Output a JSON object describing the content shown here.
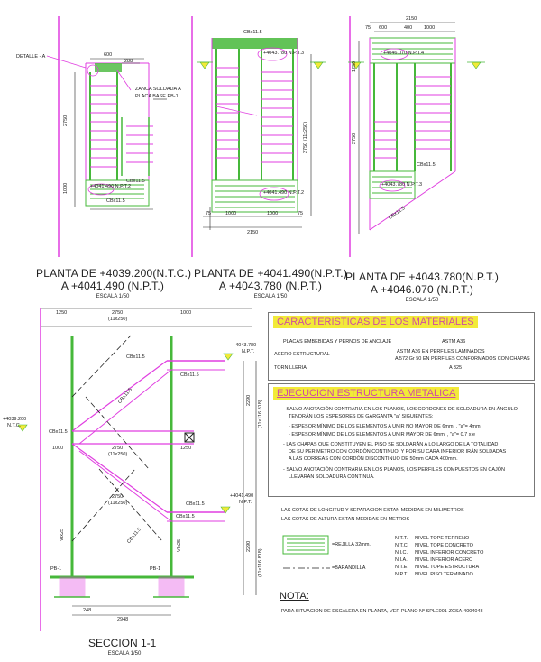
{
  "plans": [
    {
      "title_line1": "PLANTA DE +4039.200(N.T.C.)",
      "title_line2": "A +4041.490 (N.P.T.)",
      "scale": "ESCALA 1/50",
      "labels": {
        "detalle": "DETALLE - A",
        "zanca": "ZANCA SOLDADA A",
        "placa": "PLACA BASE PB-1",
        "dim_top": "600",
        "dim_top2": "288",
        "dim_left": "2750",
        "dim_left2": "1000",
        "cb1": "CBx11.5",
        "cb2": "CBx11.5",
        "level": "+4041.490 N.P.T.2"
      }
    },
    {
      "title_line1": "PLANTA DE +4041.490(N.P.T.)",
      "title_line2": "A +4043.780 (N.P.T.)",
      "scale": "ESCALA 1/50",
      "labels": {
        "cb_top": "CBx11.5",
        "level_a": "+4043.780 N.P.T.3",
        "level_b": "+4041.490 N.P.T.2",
        "dim_right": "2750 (11x250)",
        "dim_bottom": "2150",
        "d75a": "75",
        "d1000a": "1000",
        "d1000b": "1000",
        "d75b": "75"
      }
    },
    {
      "title_line1": "PLANTA DE +4043.780(N.P.T.)",
      "title_line2": "A +4046.070 (N.P.T.)",
      "scale": "ESCALA 1/50",
      "labels": {
        "dim_top": "2150",
        "d75": "75",
        "d600": "600",
        "d400": "400",
        "d1000": "1000",
        "level_a": "+4046.070 N.P.T.4",
        "level_b": "+4043.780 N.P.T.3",
        "cb1": "CBx11.5",
        "cb2": "CBx11.5",
        "dim_left": "2750",
        "dim_left2": "1250"
      }
    }
  ],
  "section": {
    "title": "SECCION 1-1",
    "scale": "ESCALA 1/50",
    "labels": {
      "d1250": "1250",
      "d2750": "2750",
      "d11x250": "(11x250)",
      "d1000": "1000",
      "lvl_top": "+4043.780",
      "lvl_top_npt": "N.P.T.",
      "lvl_mid": "+4041.490",
      "lvl_mid_npt": "N.P.T.",
      "lvl_left": "+4039.200",
      "lvl_left_ntc": "N.T.C.",
      "cb_a": "CBx11.5",
      "cb_b": "CBx11.5",
      "cb_c": "CBx11.5",
      "cb_d": "CBx11.5",
      "cb_e": "CBx11.5",
      "cb_f": "CBx11.5",
      "cb_g": "CBx11.5",
      "wl_a": "VIx25",
      "wl_b": "VIx25",
      "pb_a": "PB-1",
      "pb_b": "PB-1",
      "d1000b": "1000",
      "d2750b": "2750",
      "d11x250b": "(11x250)",
      "d1250b": "1250",
      "d2750c": "2750",
      "d11x250c": "(11x250)",
      "vdim_a": "2290",
      "vdim_a2": "(11x116.818)",
      "vdim_b": "2290",
      "vdim_b2": "(11x116.818)",
      "d248": "248",
      "d2948": "2948"
    }
  },
  "materials": {
    "title": "CARACTERISTICAS DE LOS MATERIALES",
    "rows": [
      {
        "label": "PLACAS EMBEBIDAS Y PERNOS DE ANCLAJE",
        "value": "ASTM A36"
      },
      {
        "label": "ACERO ESTRUCTURAL",
        "value": "ASTM A36 EN PERFILES LAMINADOS"
      },
      {
        "label": "",
        "value": "A 572 Gr 50 EN PERFILES CONFORMADOS CON CHAPAS"
      },
      {
        "label": "TORNILLERIA",
        "value": "A 325"
      }
    ]
  },
  "execution": {
    "title": "EJECUCION ESTRUCTURA METALICA",
    "lines": [
      "- SALVO ANOTACIÓN CONTRARIA EN LOS PLANOS, LOS CORDONES DE SOLDADURA EN ÁNGULO",
      "TENDRÁN LOS ESPESORES DE GARGANTA \"a\" SIGUIENTES:",
      "- ESPESOR MÍNIMO DE LOS ELEMENTOS A UNIR NO MAYOR DE 6mm. , \"a\"= 4mm.",
      "- ESPESOR MÍNIMO DE LOS ELEMENTOS A UNIR MAYOR DE 6mm. , \"a\"= 0.7 x e",
      "- LAS CHAPAS QUE CONSTITUYEN EL PISO SE SOLDARÁN A LO LARGO DE LA TOTALIDAD",
      "DE SU PERÍMETRO CON CORDÓN CONTINUO, Y POR SU CARA INFERIOR IRÁN SOLDADAS",
      "A LAS CORREAS CON CORDÓN DISCONTINUO DE 50mm CADA 400mm.",
      "- SALVO ANOTACIÓN CONTRARIA EN LOS PLANOS, LOS PERFILES COMPUESTOS EN CAJÓN",
      "LLEVARÁN SOLDADURA CONTINUA."
    ]
  },
  "notes": {
    "line1": "LAS COTAS DE LONGITUD Y SEPARACION ESTAN MEDIDAS EN MILIMETROS",
    "line2": "LAS COTAS DE ALTURA ESTAN MEDIDAS EN METROS"
  },
  "legend": {
    "rejilla": "=REJILLA 32mm.",
    "barandilla": "=BARANDILLA"
  },
  "abbrev": [
    {
      "code": "N.T.T.",
      "desc": "NIVEL TOPE TERRENO"
    },
    {
      "code": "N.T.C.",
      "desc": "NIVEL TOPE CONCRETO"
    },
    {
      "code": "N.I.C.",
      "desc": "NIVEL INFERIOR CONCRETO"
    },
    {
      "code": "N.I.A.",
      "desc": "NIVEL INFERIOR ACERO"
    },
    {
      "code": "N.T.E.",
      "desc": "NIVEL TOPE ESTRUCTURA"
    },
    {
      "code": "N.P.T.",
      "desc": "NIVEL PISO TERMINADO"
    }
  ],
  "nota": {
    "title": "NOTA:",
    "text": "-PARA SITUACION DE ESCALERA EN PLANTA, VER PLANO Nº SPLE001-ZCSA-4004048"
  },
  "colors": {
    "magenta": "#e03ee0",
    "green": "#46b83a",
    "yellow": "#f2ea38",
    "dark": "#1a1a1a",
    "grey": "#888888"
  }
}
